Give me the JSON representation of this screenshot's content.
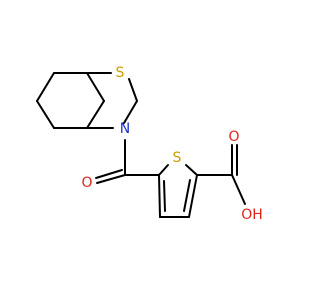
{
  "molecule": {
    "atoms": {
      "s_ring6": "S",
      "n_ring6": "N",
      "o_carbonyl": "O",
      "s_thiophene": "S",
      "o_acid": "O",
      "oh_acid": "OH"
    }
  },
  "colors": {
    "sulfur": "#c8a000",
    "nitrogen": "#1e32c8",
    "oxygen": "#e0241c",
    "bond": "#000000"
  }
}
